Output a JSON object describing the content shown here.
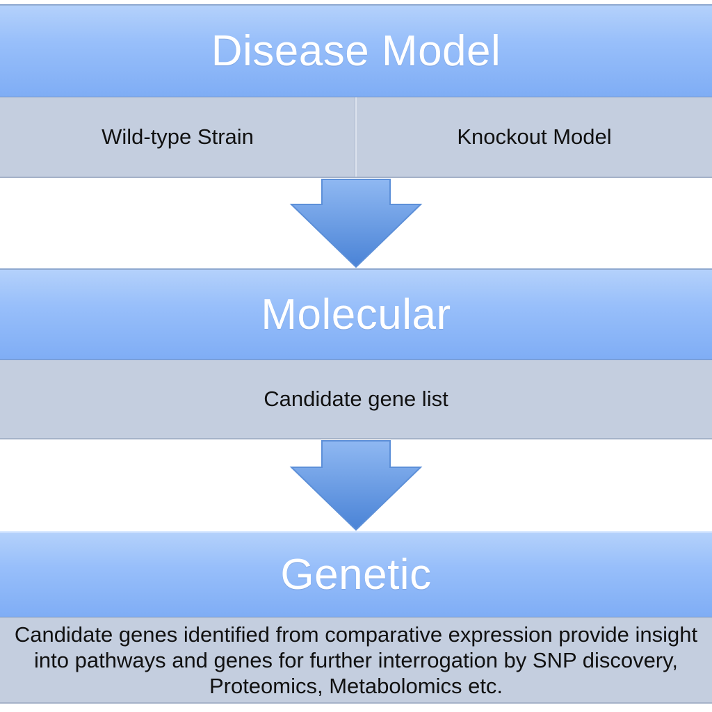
{
  "stages": [
    {
      "title": "Disease Model",
      "items": [
        "Wild-type Strain",
        "Knockout Model"
      ]
    },
    {
      "title": "Molecular",
      "items": [
        "Candidate gene list"
      ]
    },
    {
      "title": "Genetic",
      "description": "Candidate genes identified from comparative expression provide insight into pathways and genes for further interrogation by SNP discovery, Proteomics, Metabolomics etc."
    }
  ],
  "colors": {
    "header_top": "#b4d1fb",
    "header_bottom": "#7fadf5",
    "sub_panel": "#c4cedf",
    "arrow_light": "#8fb8f2",
    "arrow_dark": "#4a83d6"
  }
}
